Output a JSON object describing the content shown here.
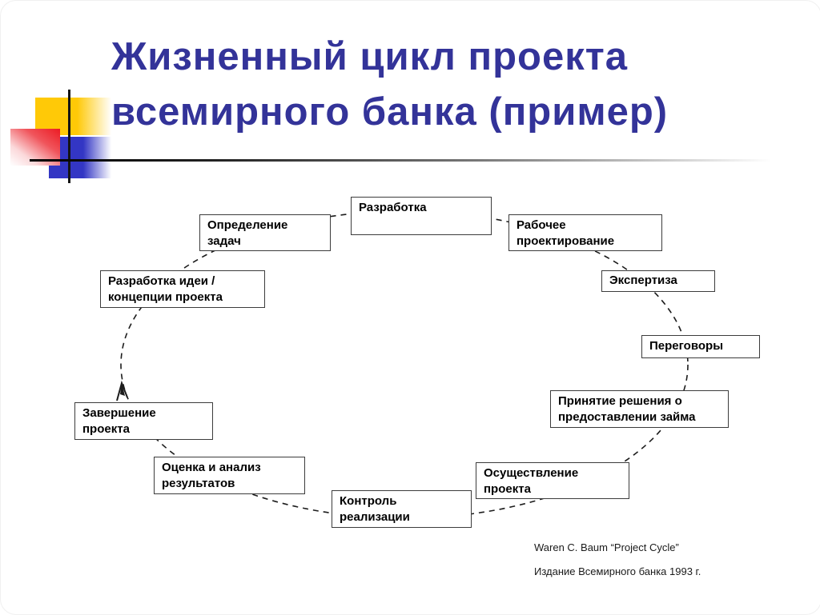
{
  "slide": {
    "title_lines": [
      "Жизненный цикл проекта",
      "всемирного банка (пример)"
    ],
    "title_color": "#333399"
  },
  "decoration": {
    "yellow_square": "#FFC907",
    "blue_square": "#3336C4",
    "red_square": "#EC1B23",
    "line_color": "#141414"
  },
  "diagram": {
    "type": "cycle",
    "flow_direction": "clockwise",
    "connector_style": "dashed",
    "boxes": [
      {
        "id": "development",
        "lines": [
          "Разработка"
        ]
      },
      {
        "id": "task-definition",
        "lines": [
          "Определение",
          "задач"
        ]
      },
      {
        "id": "detailed-design",
        "lines": [
          "Рабочее",
          "проектирование"
        ]
      },
      {
        "id": "idea-concept",
        "lines": [
          "Разработка идеи /",
          "концепции проекта"
        ]
      },
      {
        "id": "appraisal",
        "lines": [
          "Экспертиза"
        ]
      },
      {
        "id": "negotiations",
        "lines": [
          "Переговоры"
        ]
      },
      {
        "id": "loan-decision",
        "lines": [
          "Принятие решения о",
          "предоставлении займа"
        ]
      },
      {
        "id": "implementation",
        "lines": [
          "Осуществление",
          "проекта"
        ]
      },
      {
        "id": "monitoring",
        "lines": [
          "Контроль",
          "реализации"
        ]
      },
      {
        "id": "evaluation",
        "lines": [
          "Оценка и анализ",
          "результатов"
        ]
      },
      {
        "id": "completion",
        "lines": [
          "Завершение",
          "проекта"
        ]
      }
    ]
  },
  "footer": {
    "credit_line1": "Waren C. Baum “Project Cycle”",
    "credit_line2": "Издание Всемирного банка 1993 г."
  }
}
